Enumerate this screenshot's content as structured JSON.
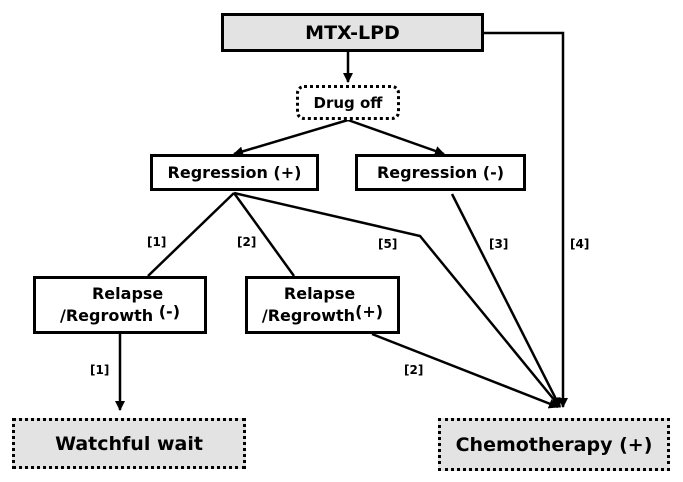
{
  "nodes": {
    "mtx_lpd": "MTX-LPD",
    "drug_off": "Drug off",
    "regression_pos": "Regression (+)",
    "regression_neg": "Regression (-)",
    "relapse_neg": {
      "line1": "Relapse",
      "line2": "/Regrowth",
      "sign": "(-)"
    },
    "relapse_pos": {
      "line1": "Relapse",
      "line2": "/Regrowth",
      "sign": "(+)"
    },
    "watchful_wait": "Watchful wait",
    "chemotherapy": "Chemotherapy (+)"
  },
  "path_labels": {
    "p1_upper": "[1]",
    "p2_upper": "[2]",
    "p5": "[5]",
    "p3": "[3]",
    "p4": "[4]",
    "p1_lower": "[1]",
    "p2_lower": "[2]"
  },
  "colors": {
    "shaded_fill": "#e3e3e3",
    "line": "#000000"
  }
}
